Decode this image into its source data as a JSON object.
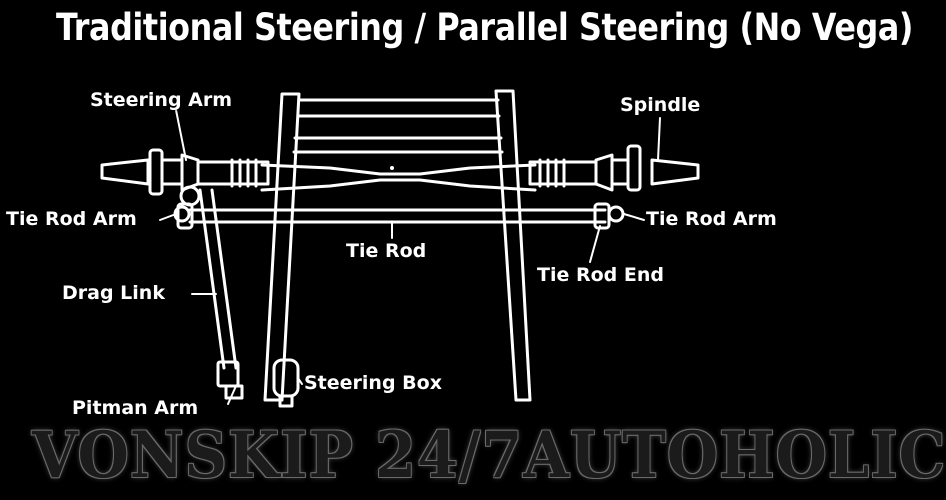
{
  "title": "Traditional Steering / Parallel Steering (No Vega)",
  "labels": {
    "steering_arm": "Steering Arm",
    "spindle": "Spindle",
    "tie_rod_arm_left": "Tie Rod Arm",
    "tie_rod_arm_right": "Tie Rod Arm",
    "tie_rod": "Tie Rod",
    "tie_rod_end": "Tie Rod End",
    "drag_link": "Drag Link",
    "pitman_arm": "Pitman Arm",
    "steering_box": "Steering Box"
  },
  "watermark": "VONSKIP 24/7AUTOHOLIC",
  "colors": {
    "background": "#000000",
    "lines": "#ffffff"
  }
}
